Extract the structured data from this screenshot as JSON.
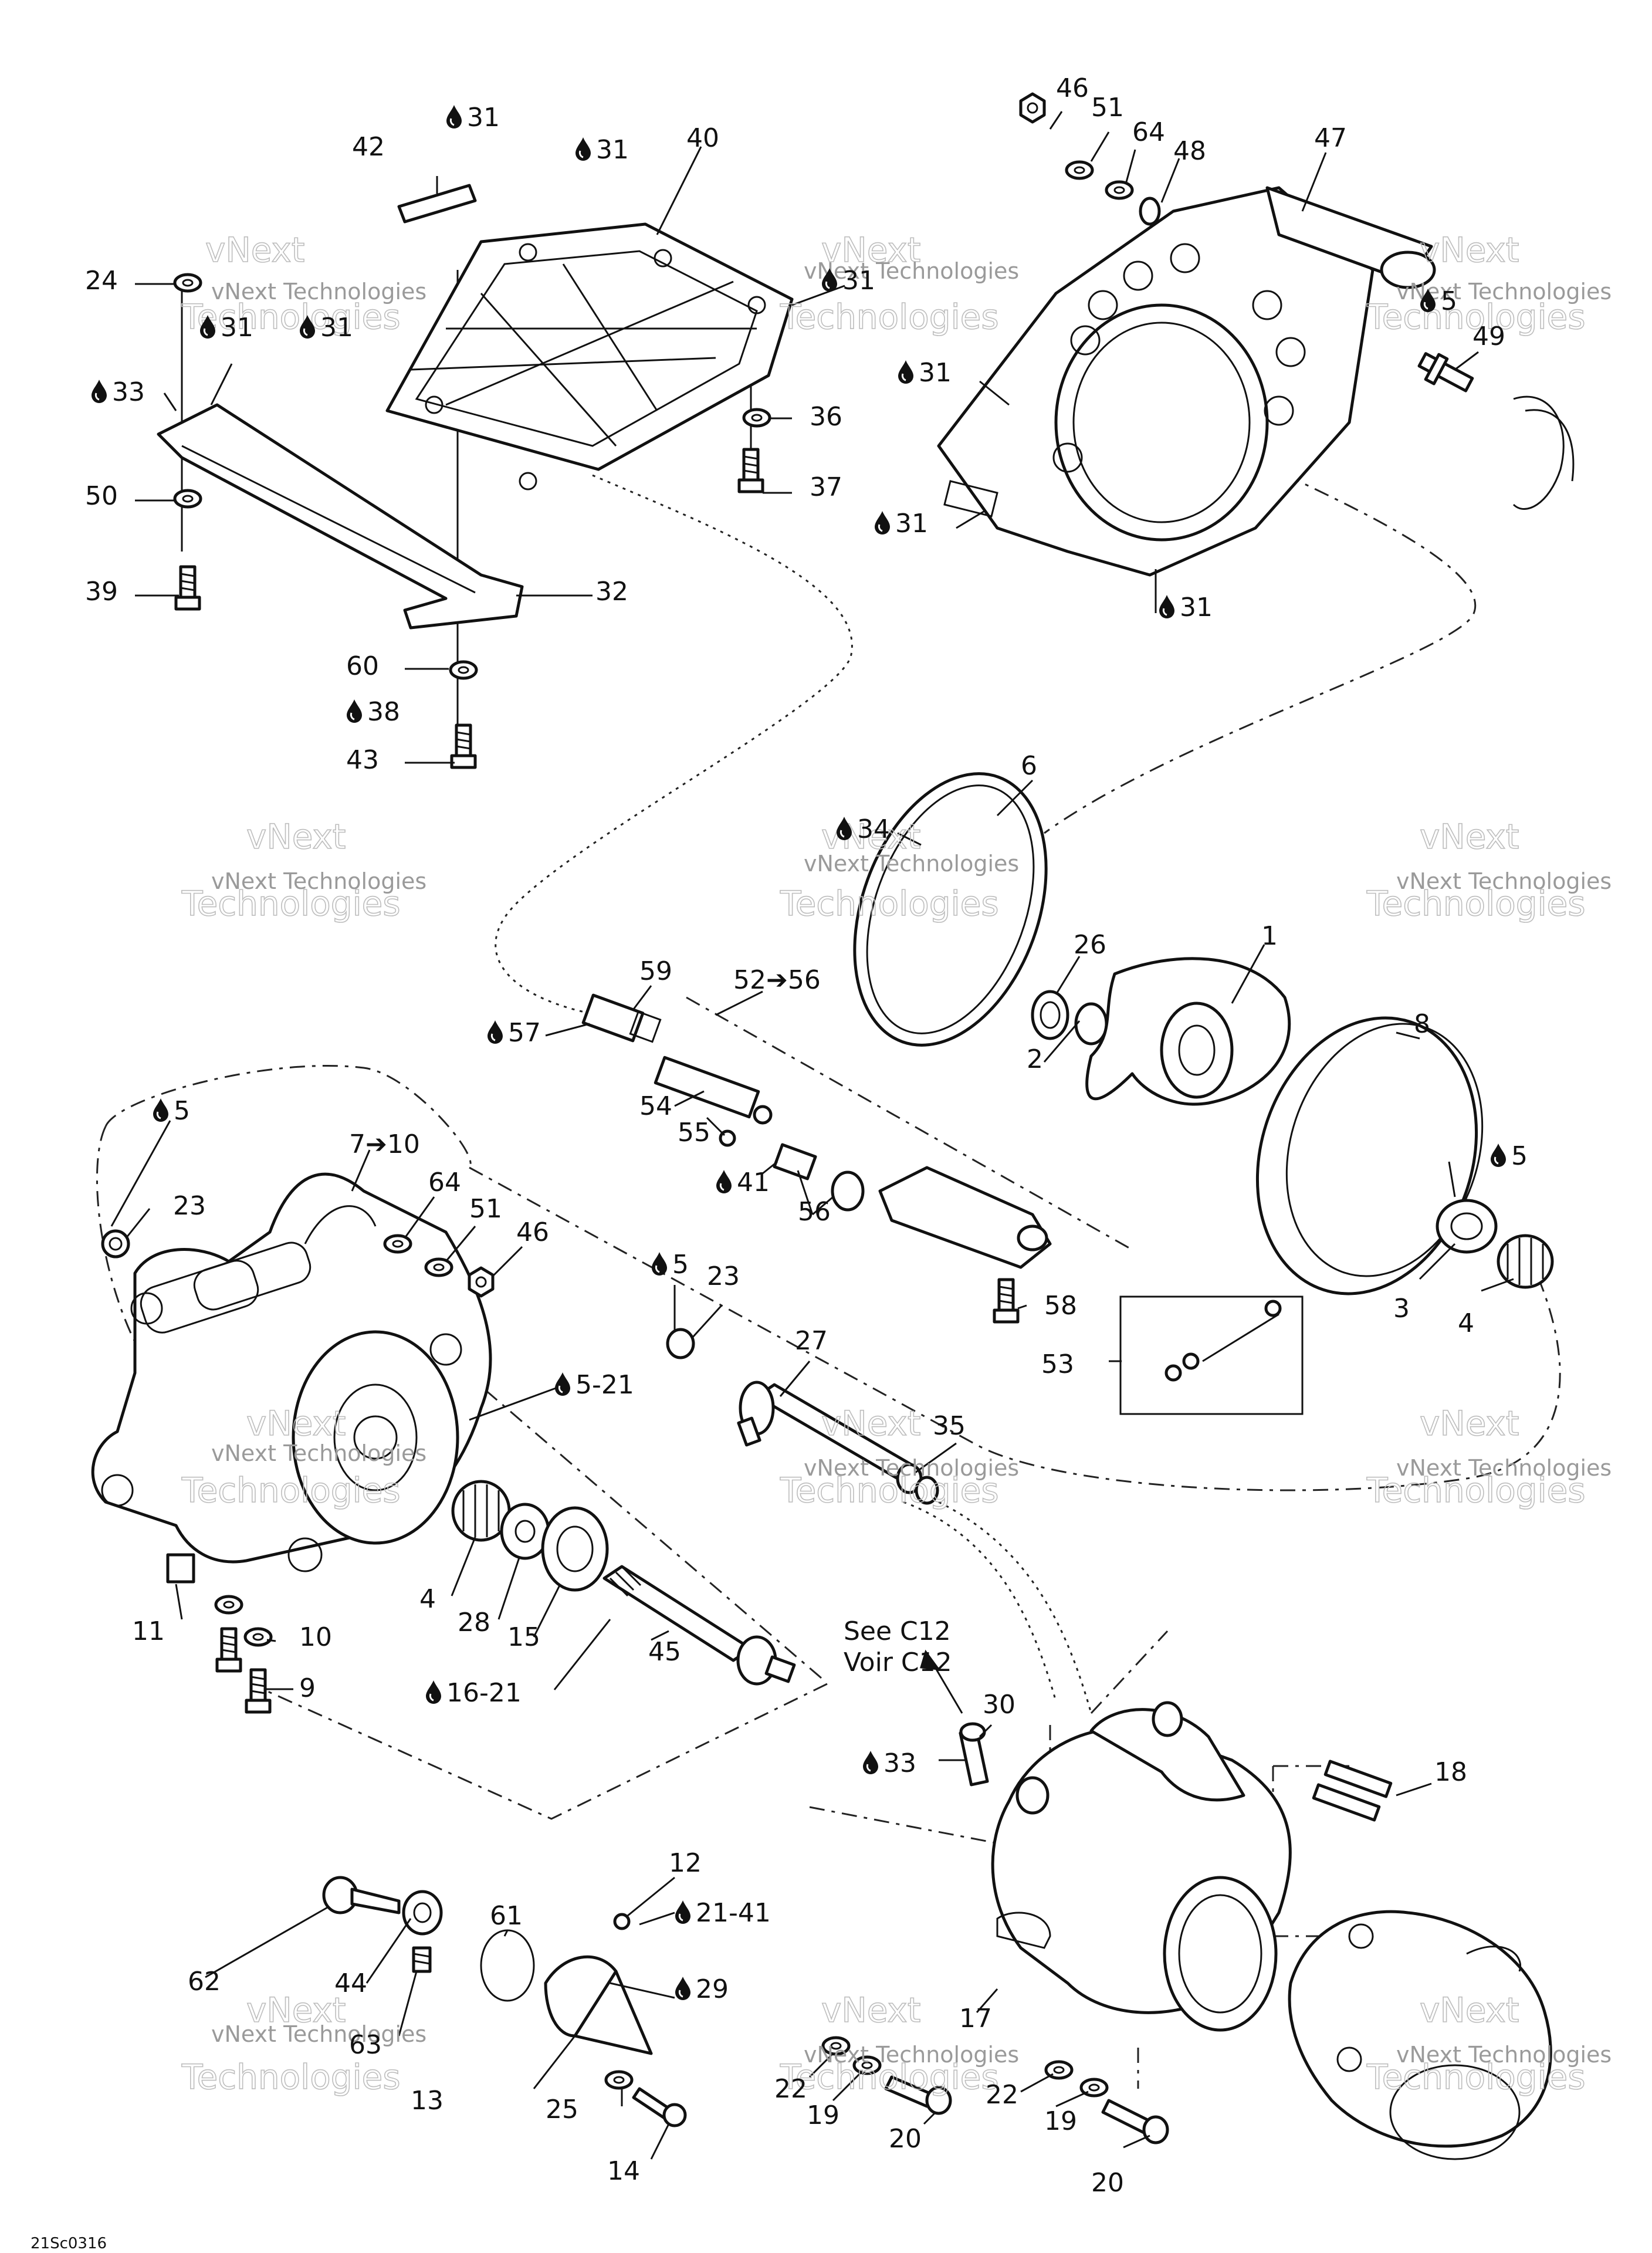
{
  "watermark": {
    "line1": "vNext Technologies",
    "line2": "Technologies",
    "line3": "vNext"
  },
  "reference_note": {
    "line1": "See C12",
    "line2": "Voir C12"
  },
  "footer_code": "21Sc0316",
  "callouts": [
    {
      "id": "c31a",
      "text": "31",
      "drop": true
    },
    {
      "id": "c42",
      "text": "42",
      "drop": false
    },
    {
      "id": "c31b",
      "text": "31",
      "drop": true
    },
    {
      "id": "c40",
      "text": "40",
      "drop": false
    },
    {
      "id": "c24",
      "text": "24",
      "drop": false
    },
    {
      "id": "c31c",
      "text": "31",
      "drop": true
    },
    {
      "id": "c31d",
      "text": "31",
      "drop": true
    },
    {
      "id": "c31e",
      "text": "31",
      "drop": true
    },
    {
      "id": "c33a",
      "text": "33",
      "drop": true
    },
    {
      "id": "c36",
      "text": "36",
      "drop": false
    },
    {
      "id": "c50",
      "text": "50",
      "drop": false
    },
    {
      "id": "c37",
      "text": "37",
      "drop": false
    },
    {
      "id": "c39",
      "text": "39",
      "drop": false
    },
    {
      "id": "c32",
      "text": "32",
      "drop": false
    },
    {
      "id": "c60",
      "text": "60",
      "drop": false
    },
    {
      "id": "c38",
      "text": "38",
      "drop": true
    },
    {
      "id": "c43",
      "text": "43",
      "drop": false
    },
    {
      "id": "c46a",
      "text": "46",
      "drop": false
    },
    {
      "id": "c51a",
      "text": "51",
      "drop": false
    },
    {
      "id": "c64a",
      "text": "64",
      "drop": false
    },
    {
      "id": "c48",
      "text": "48",
      "drop": false
    },
    {
      "id": "c47",
      "text": "47",
      "drop": false
    },
    {
      "id": "c5a",
      "text": "5",
      "drop": true
    },
    {
      "id": "c49",
      "text": "49",
      "drop": false
    },
    {
      "id": "c31f",
      "text": "31",
      "drop": true
    },
    {
      "id": "c31g",
      "text": "31",
      "drop": true
    },
    {
      "id": "c31h",
      "text": "31",
      "drop": true
    },
    {
      "id": "c6",
      "text": "6",
      "drop": false
    },
    {
      "id": "c34",
      "text": "34",
      "drop": true
    },
    {
      "id": "c26",
      "text": "26",
      "drop": false
    },
    {
      "id": "c1",
      "text": "1",
      "drop": false
    },
    {
      "id": "c8",
      "text": "8",
      "drop": false
    },
    {
      "id": "c59",
      "text": "59",
      "drop": false
    },
    {
      "id": "c52",
      "text": "52➔56",
      "drop": false
    },
    {
      "id": "c57",
      "text": "57",
      "drop": true
    },
    {
      "id": "c2",
      "text": "2",
      "drop": false
    },
    {
      "id": "c5b",
      "text": "5",
      "drop": true
    },
    {
      "id": "c7",
      "text": "7➔10",
      "drop": false
    },
    {
      "id": "c54",
      "text": "54",
      "drop": false
    },
    {
      "id": "c55",
      "text": "55",
      "drop": false
    },
    {
      "id": "c41a",
      "text": "41",
      "drop": true
    },
    {
      "id": "c56",
      "text": "56",
      "drop": false
    },
    {
      "id": "c5c",
      "text": "5",
      "drop": true
    },
    {
      "id": "c64b",
      "text": "64",
      "drop": false
    },
    {
      "id": "c51b",
      "text": "51",
      "drop": false
    },
    {
      "id": "c23a",
      "text": "23",
      "drop": false
    },
    {
      "id": "c46b",
      "text": "46",
      "drop": false
    },
    {
      "id": "c5d",
      "text": "5",
      "drop": true
    },
    {
      "id": "c23b",
      "text": "23",
      "drop": false
    },
    {
      "id": "c58",
      "text": "58",
      "drop": false
    },
    {
      "id": "c3",
      "text": "3",
      "drop": false
    },
    {
      "id": "c4a",
      "text": "4",
      "drop": false
    },
    {
      "id": "c27",
      "text": "27",
      "drop": false
    },
    {
      "id": "c53",
      "text": "53",
      "drop": false
    },
    {
      "id": "c5e",
      "text": "5-21",
      "drop": true
    },
    {
      "id": "c35",
      "text": "35",
      "drop": false
    },
    {
      "id": "c4b",
      "text": "4",
      "drop": false
    },
    {
      "id": "c28",
      "text": "28",
      "drop": false
    },
    {
      "id": "c15",
      "text": "15",
      "drop": false
    },
    {
      "id": "c11",
      "text": "11",
      "drop": false
    },
    {
      "id": "c10",
      "text": "10",
      "drop": false
    },
    {
      "id": "c9",
      "text": "9",
      "drop": false
    },
    {
      "id": "c45",
      "text": "45",
      "drop": false
    },
    {
      "id": "c16",
      "text": "16-21",
      "drop": true
    },
    {
      "id": "c30",
      "text": "30",
      "drop": false
    },
    {
      "id": "c33b",
      "text": "33",
      "drop": true
    },
    {
      "id": "c18",
      "text": "18",
      "drop": false
    },
    {
      "id": "c12",
      "text": "12",
      "drop": false
    },
    {
      "id": "c21",
      "text": "21-41",
      "drop": true
    },
    {
      "id": "c61",
      "text": "61",
      "drop": false
    },
    {
      "id": "c62",
      "text": "62",
      "drop": false
    },
    {
      "id": "c44",
      "text": "44",
      "drop": false
    },
    {
      "id": "c29",
      "text": "29",
      "drop": true
    },
    {
      "id": "c63",
      "text": "63",
      "drop": false
    },
    {
      "id": "c17",
      "text": "17",
      "drop": false
    },
    {
      "id": "c22a",
      "text": "22",
      "drop": false
    },
    {
      "id": "c19a",
      "text": "19",
      "drop": false
    },
    {
      "id": "c22b",
      "text": "22",
      "drop": false
    },
    {
      "id": "c19b",
      "text": "19",
      "drop": false
    },
    {
      "id": "c13",
      "text": "13",
      "drop": false
    },
    {
      "id": "c25",
      "text": "25",
      "drop": false
    },
    {
      "id": "c20a",
      "text": "20",
      "drop": false
    },
    {
      "id": "c20b",
      "text": "20",
      "drop": false
    },
    {
      "id": "c14",
      "text": "14",
      "drop": false
    }
  ]
}
